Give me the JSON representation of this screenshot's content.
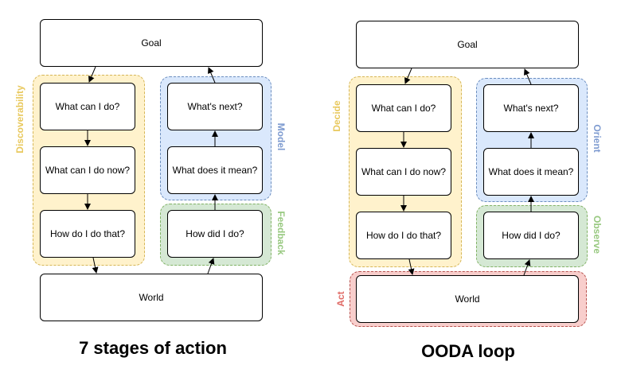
{
  "left": {
    "title": "7 stages of action",
    "goal": "Goal",
    "world": "World",
    "groups": {
      "discoverability": "Discoverability",
      "model": "Model",
      "feedback": "Feedback"
    },
    "steps": {
      "what_can_i_do": "What can I do?",
      "what_can_i_do_now": "What can I do now?",
      "how_do_i_do_that": "How do I do that?",
      "whats_next": "What's next?",
      "what_does_it_mean": "What does it mean?",
      "how_did_i_do": "How did I do?"
    }
  },
  "right": {
    "title": "OODA loop",
    "goal": "Goal",
    "world": "World",
    "groups": {
      "decide": "Decide",
      "orient": "Orient",
      "observe": "Observe",
      "act": "Act"
    },
    "steps": {
      "what_can_i_do": "What can I do?",
      "what_can_i_do_now": "What can I do now?",
      "how_do_i_do_that": "How do I do that?",
      "whats_next": "What's next?",
      "what_does_it_mean": "What does it mean?",
      "how_did_i_do": "How did I do?"
    }
  },
  "colors": {
    "yellow_fill": "#fff2cc",
    "blue_fill": "#dae8fc",
    "green_fill": "#d5e8d4",
    "red_fill": "#f8cecc"
  }
}
